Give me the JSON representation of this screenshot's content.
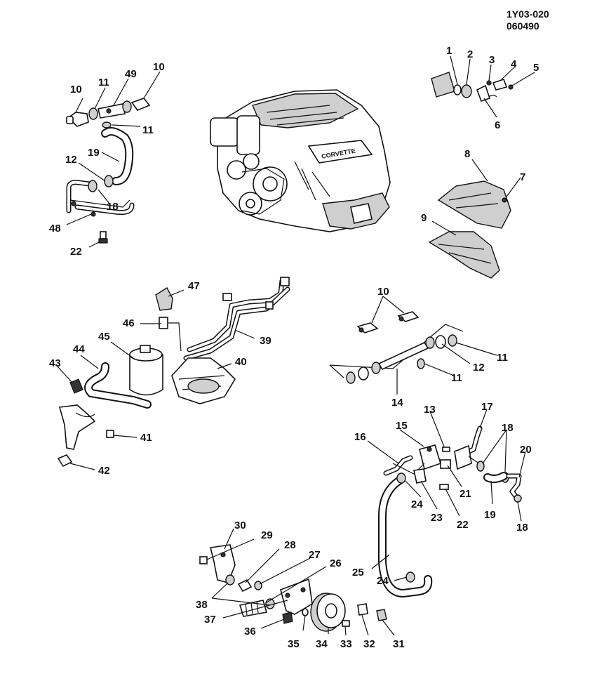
{
  "header": {
    "code_line1": "1Y03-020",
    "code_line2": "060490"
  },
  "engine": {
    "badge_text": "CORVETTE"
  },
  "callouts": {
    "c1": "1",
    "c2": "2",
    "c3": "3",
    "c4": "4",
    "c5": "5",
    "c6": "6",
    "c7": "7",
    "c8": "8",
    "c9": "9",
    "c10a": "10",
    "c10b": "10",
    "c10c": "10",
    "c11a": "11",
    "c11b": "11",
    "c11c": "11",
    "c11d": "11",
    "c12a": "12",
    "c12b": "12",
    "c13": "13",
    "c14": "14",
    "c15": "15",
    "c16": "16",
    "c17": "17",
    "c18a": "18",
    "c18b": "18",
    "c18c": "18",
    "c19a": "19",
    "c19b": "19",
    "c20": "20",
    "c21": "21",
    "c22a": "22",
    "c22b": "22",
    "c23": "23",
    "c24a": "24",
    "c24b": "24",
    "c25": "25",
    "c26": "26",
    "c27": "27",
    "c28": "28",
    "c29": "29",
    "c30": "30",
    "c31": "31",
    "c32": "32",
    "c33": "33",
    "c34": "34",
    "c35": "35",
    "c36": "36",
    "c37": "37",
    "c38": "38",
    "c39": "39",
    "c40": "40",
    "c41": "41",
    "c42": "42",
    "c43": "43",
    "c44": "44",
    "c45": "45",
    "c46": "46",
    "c47": "47",
    "c48": "48",
    "c49": "49"
  }
}
